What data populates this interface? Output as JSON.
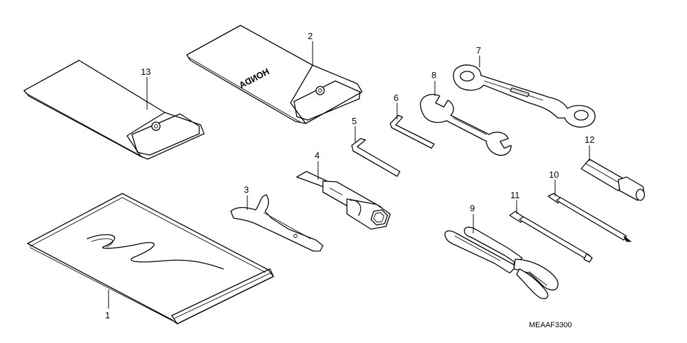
{
  "callouts": {
    "c1": "1",
    "c2": "2",
    "c3": "3",
    "c4": "4",
    "c5": "5",
    "c6": "6",
    "c7": "7",
    "c8": "8",
    "c9": "9",
    "c10": "10",
    "c11": "11",
    "c12": "12",
    "c13": "13"
  },
  "pouch_brand": "HONDA",
  "diagram_code": "MEAAF3300"
}
